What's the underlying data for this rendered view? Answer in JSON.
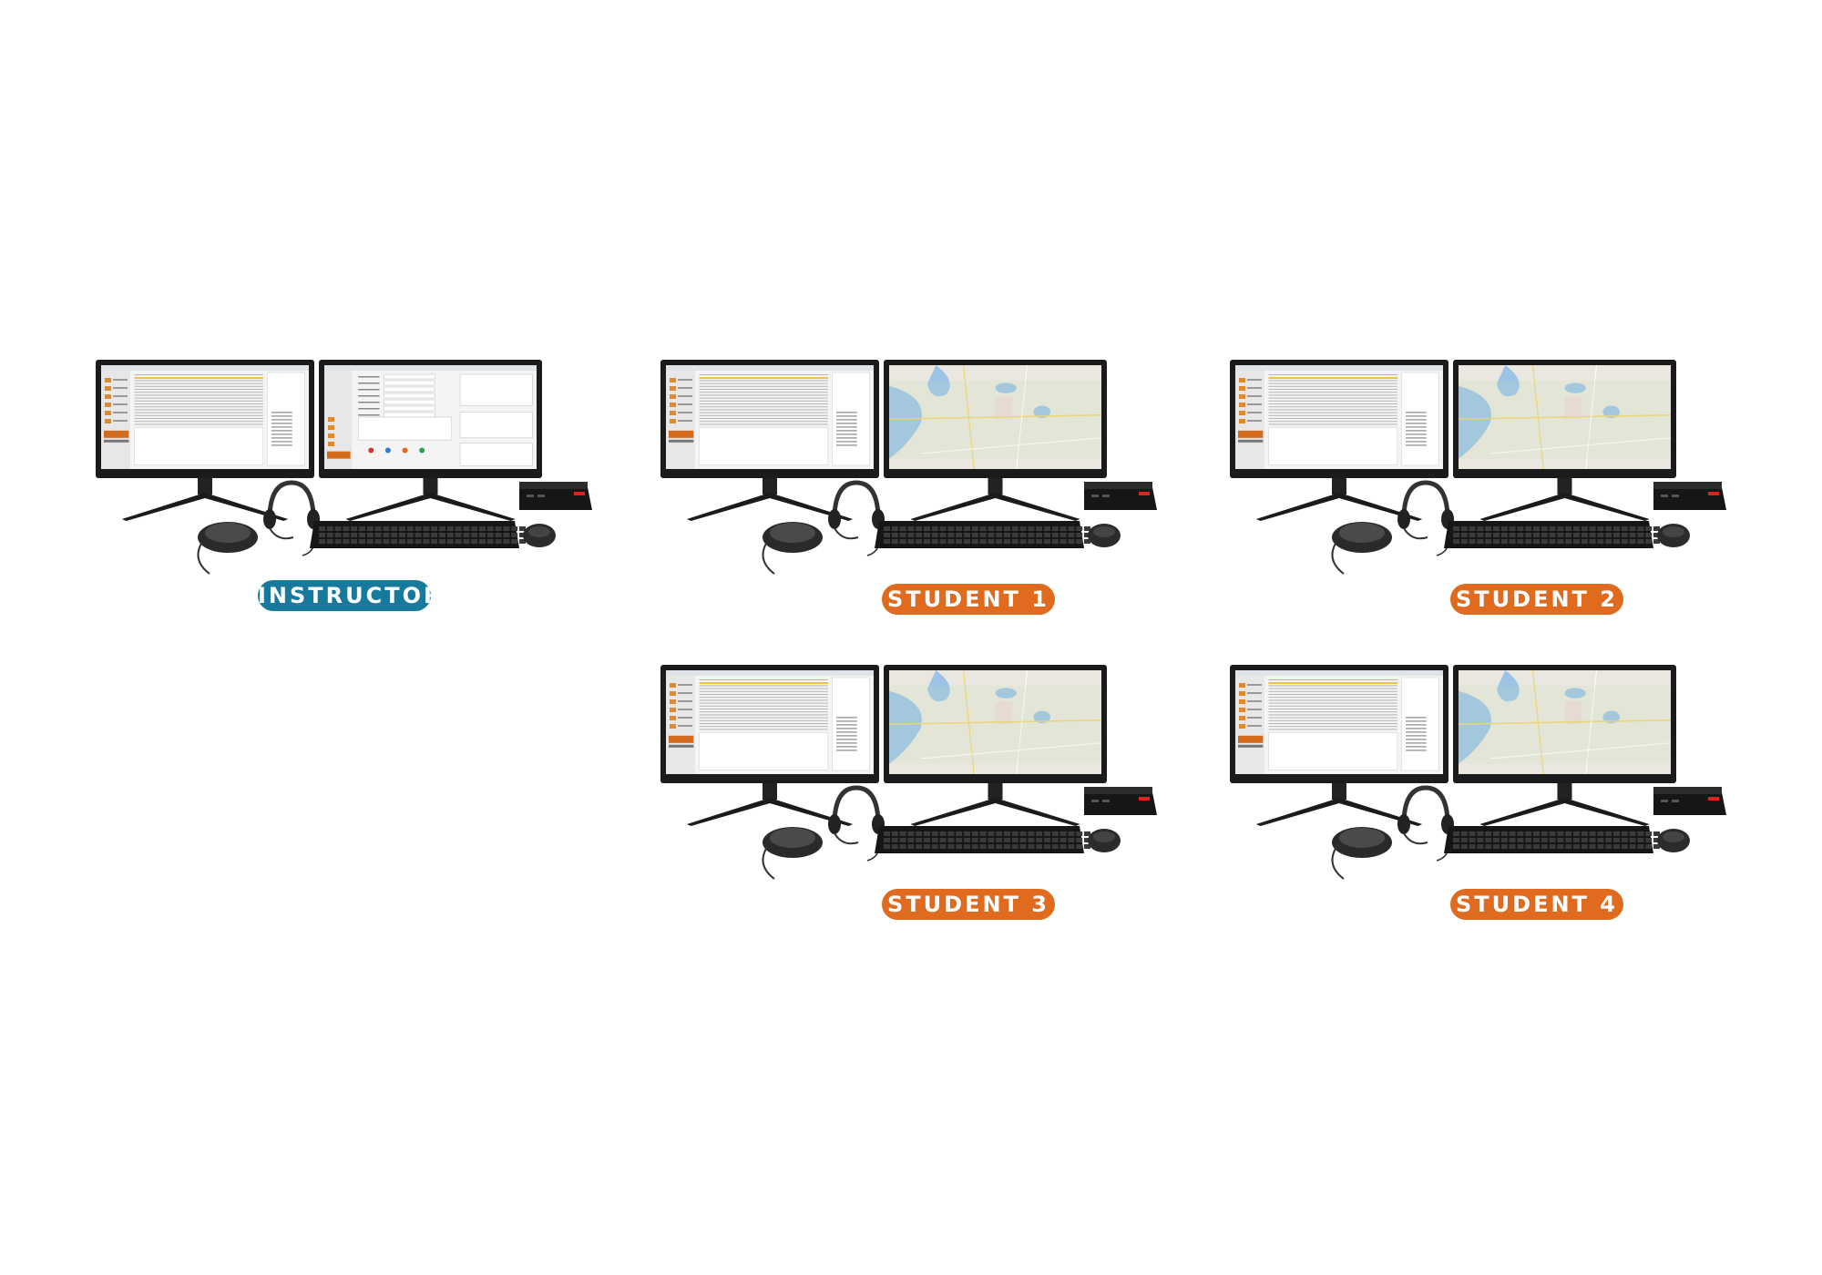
{
  "colors": {
    "instructor_badge": "#177a9c",
    "student_badge": "#e06a1e",
    "monitor_bezel": "#1b1b1b",
    "map_water": "#9cc3e6",
    "map_land": "#e9e7df"
  },
  "stations": [
    {
      "id": "instructor",
      "label": "INSTRUCTOR",
      "role": "instructor",
      "right_screen": "dispatch-forms"
    },
    {
      "id": "student-1",
      "label": "STUDENT 1",
      "role": "student",
      "right_screen": "map"
    },
    {
      "id": "student-2",
      "label": "STUDENT 2",
      "role": "student",
      "right_screen": "map"
    },
    {
      "id": "student-3",
      "label": "STUDENT 3",
      "role": "student",
      "right_screen": "map"
    },
    {
      "id": "student-4",
      "label": "STUDENT 4",
      "role": "student",
      "right_screen": "map"
    }
  ],
  "icons": [
    "monitor-icon",
    "headset-icon",
    "speakerphone-icon",
    "keyboard-icon",
    "mouse-icon",
    "mini-pc-icon"
  ]
}
